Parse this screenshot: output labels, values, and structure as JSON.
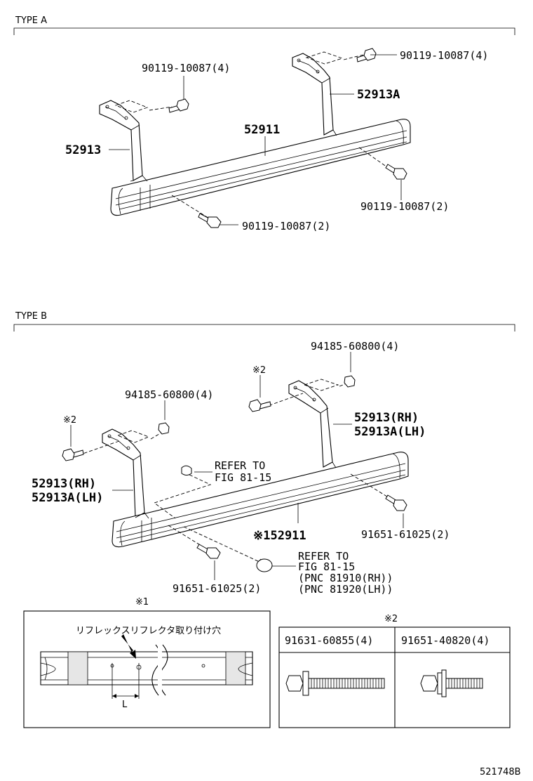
{
  "type_a": {
    "header": "TYPE A",
    "labels": {
      "bolt_top_left": "90119-10087(4)",
      "bolt_top_right": "90119-10087(4)",
      "bracket_right": "52913A",
      "step_main": "52911",
      "bracket_left": "52913",
      "bolt_low_right": "90119-10087(2)",
      "bolt_low_center": "90119-10087(2)"
    }
  },
  "type_b": {
    "header": "TYPE B",
    "labels": {
      "nut_top_right": "94185-60800(4)",
      "mark2_top": "※2",
      "nut_top_left": "94185-60800(4)",
      "mark2_left": "※2",
      "bracket_right_rh": "52913(RH)",
      "bracket_right_lh": "52913A(LH)",
      "refer1_line1": "REFER TO",
      "refer1_line2": "FIG 81-15",
      "bracket_left_rh": "52913(RH)",
      "bracket_left_lh": "52913A(LH)",
      "step_main": "※152911",
      "bolt_right": "91651-61025(2)",
      "refer2_line1": "REFER TO",
      "refer2_line2": "FIG 81-15",
      "refer2_line3": "(PNC 81910(RH))",
      "refer2_line4": "(PNC 81920(LH))",
      "bolt_left": "91651-61025(2)"
    }
  },
  "detail1": {
    "mark": "※1",
    "caption": "リフレックスリフレクタ取り付け穴",
    "dim_label": "L"
  },
  "detail2": {
    "mark": "※2",
    "col1": "91631-60855(4)",
    "col2": "91651-40820(4)"
  },
  "footer": {
    "code": "521748B"
  }
}
